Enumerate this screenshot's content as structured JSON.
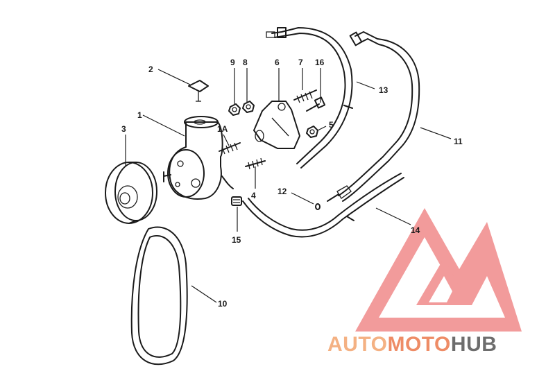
{
  "diagram": {
    "callouts": {
      "c1": "1",
      "c1a": "1A",
      "c2": "2",
      "c3": "3",
      "c4": "4",
      "c5": "5",
      "c6": "6",
      "c7": "7",
      "c8": "8",
      "c9": "9",
      "c10": "10",
      "c11": "11",
      "c12": "12",
      "c13": "13",
      "c14": "14",
      "c15": "15",
      "c16": "16"
    }
  },
  "watermark": {
    "part1": "AUTO",
    "part2": "MOTO",
    "part3": "HUB",
    "color_light": "#f4b183",
    "color_accent": "#ee8c66",
    "color_dark": "#6d6d6d",
    "logo_color": "#f08a8a"
  }
}
